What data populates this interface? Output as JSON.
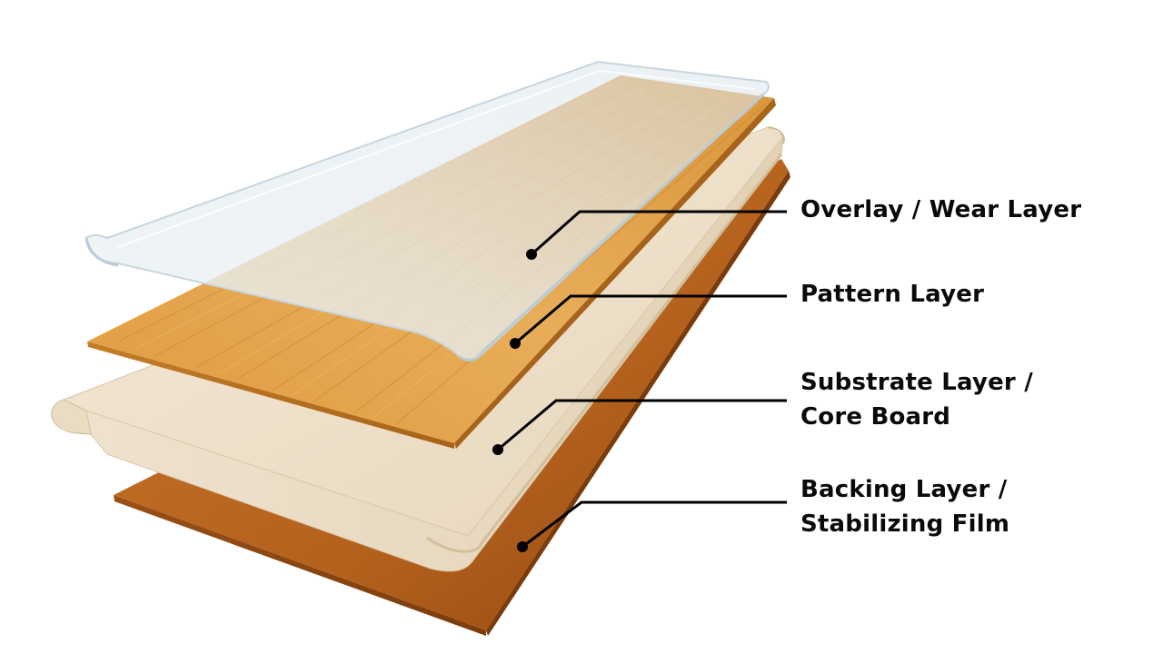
{
  "labels": {
    "overlay": {
      "line1": "Overlay / Wear Layer"
    },
    "pattern": {
      "line1": "Pattern Layer"
    },
    "substrate": {
      "line1": "Substrate Layer /",
      "line2": "Core Board"
    },
    "backing": {
      "line1": "Backing Layer /",
      "line2": "Stabilizing Film"
    }
  },
  "colors": {
    "overlay": "#dfe9ef",
    "pattern": "#e2a24a",
    "substrate": "#efe2cc",
    "backing": "#b8641e",
    "leader": "#000000"
  }
}
